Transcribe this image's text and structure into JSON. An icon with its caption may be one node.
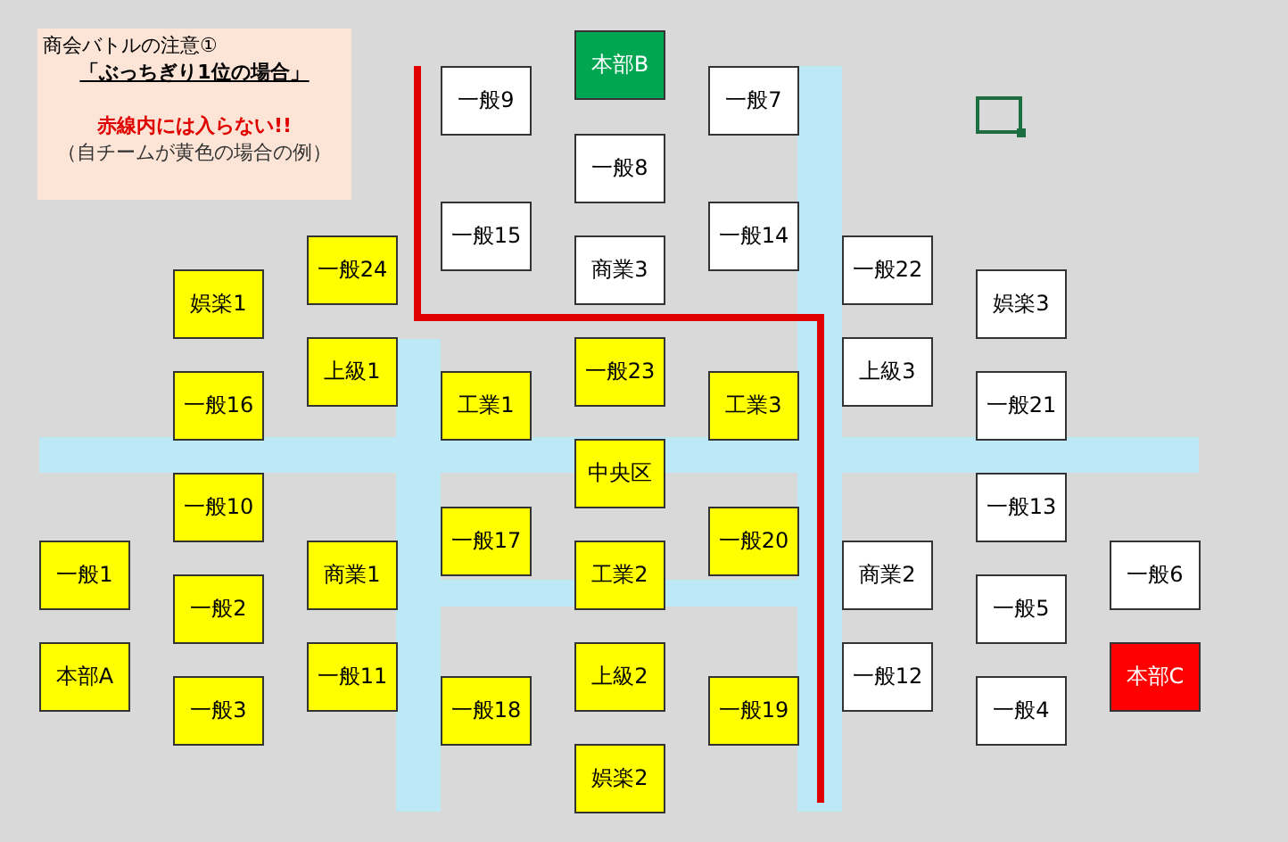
{
  "diagram": {
    "nodes": [
      {
        "text": [
          "商会バトルの注意①",
          "「ぶっちぎり1位の場合」",
          "赤線内には入らない!!",
          "（自チームが黄色の場合の例）"
        ]
      },
      {
        "text": [
          "本部B"
        ]
      },
      {
        "text": [
          "一般9"
        ]
      },
      {
        "text": [
          "一般7"
        ]
      },
      {
        "text": [
          "一般8"
        ]
      },
      {
        "text": [
          "一般15"
        ]
      },
      {
        "text": [
          "一般14"
        ]
      },
      {
        "text": [
          "商業3"
        ]
      },
      {
        "text": [
          "一般24"
        ]
      },
      {
        "text": [
          "一般22"
        ]
      },
      {
        "text": [
          "娯楽1"
        ]
      },
      {
        "text": [
          "娯楽3"
        ]
      },
      {
        "text": [
          "上級1"
        ]
      },
      {
        "text": [
          "一般23"
        ]
      },
      {
        "text": [
          "上級3"
        ]
      },
      {
        "text": [
          "工業1"
        ]
      },
      {
        "text": [
          "工業3"
        ]
      },
      {
        "text": [
          "一般16"
        ]
      },
      {
        "text": [
          "一般21"
        ]
      },
      {
        "text": [
          "中央区"
        ]
      },
      {
        "text": [
          "一般10"
        ]
      },
      {
        "text": [
          "一般13"
        ]
      },
      {
        "text": [
          "一般17"
        ]
      },
      {
        "text": [
          "一般20"
        ]
      },
      {
        "text": [
          "一般1"
        ]
      },
      {
        "text": [
          "商業1"
        ]
      },
      {
        "text": [
          "工業2"
        ]
      },
      {
        "text": [
          "商業2"
        ]
      },
      {
        "text": [
          "一般6"
        ]
      },
      {
        "text": [
          "一般2"
        ]
      },
      {
        "text": [
          "一般5"
        ]
      },
      {
        "text": [
          "本部A"
        ]
      },
      {
        "text": [
          "一般11"
        ]
      },
      {
        "text": [
          "上級2"
        ]
      },
      {
        "text": [
          "一般12"
        ]
      },
      {
        "text": [
          "本部C"
        ]
      },
      {
        "text": [
          "一般18"
        ]
      },
      {
        "text": [
          "一般19"
        ]
      },
      {
        "text": [
          "一般3"
        ]
      },
      {
        "text": [
          "一般4"
        ]
      },
      {
        "text": [
          "娯楽2"
        ]
      }
    ]
  }
}
